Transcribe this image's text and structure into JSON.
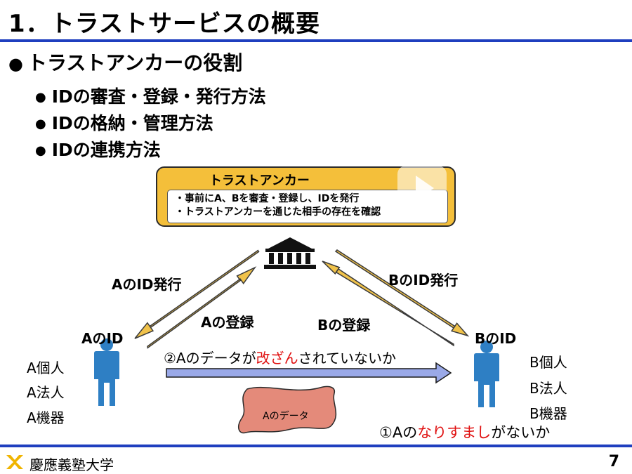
{
  "slide": {
    "title": "1．トラストサービスの概要",
    "bullet_main": "トラストアンカーの役割",
    "sub_bullets": [
      "IDの審査・登録・発行方法",
      "IDの格納・管理方法",
      "IDの連携方法"
    ],
    "page_number": "7"
  },
  "diagram": {
    "anchor": {
      "title": "トラストアンカー",
      "lines": [
        "・事前にA、Bを審査・登録し、IDを発行",
        "・トラストアンカーを通じた相手の存在を確認"
      ]
    },
    "labels": {
      "a_id_issue": "AのID発行",
      "b_id_issue": "BのID発行",
      "a_register": "Aの登録",
      "b_register": "Bの登録",
      "a_id": "AのID",
      "b_id": "BのID"
    },
    "a_entities": [
      "A個人",
      "A法人",
      "A機器"
    ],
    "b_entities": [
      "B個人",
      "B法人",
      "B機器"
    ],
    "tamper": {
      "prefix": "②Aのデータが",
      "highlight": "改ざん",
      "suffix": "されていないか"
    },
    "spoof": {
      "prefix": "①Aの",
      "highlight": "なりすまし",
      "suffix": "がないか"
    },
    "data_blob_label": "Aのデータ",
    "colors": {
      "accent_blue": "#1f3fbf",
      "anchor_fill": "#f4bf3a",
      "arrow_fill": "#f0c24a",
      "person": "#2e7fc4",
      "blob": "#e48a7a",
      "highlight_red": "#e01010"
    }
  },
  "footer": {
    "university": "慶應義塾大学"
  }
}
